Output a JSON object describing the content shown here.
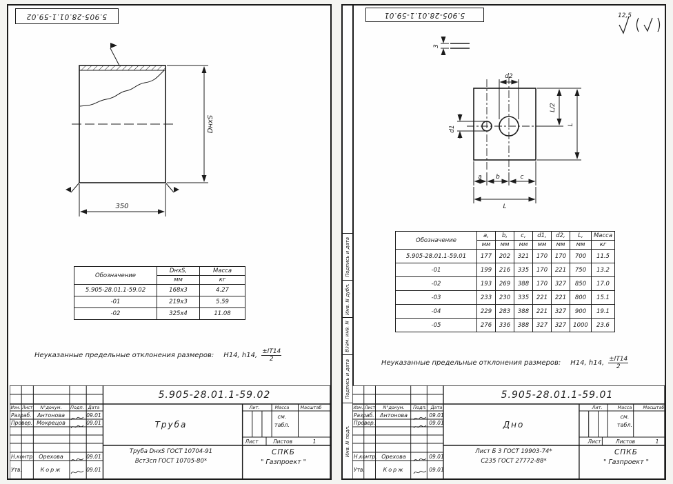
{
  "sheets": {
    "left": {
      "stamp": "5.905-28.01.1-59.02",
      "drawing": {
        "dim_width": "350",
        "dim_diameter": "DнxS"
      },
      "table": {
        "col1_header": "Обозначение",
        "col2_l1": "DнxS,",
        "col2_l2": "мм",
        "col3_l1": "Масса",
        "col3_l2": "кг",
        "rows": [
          [
            "5.905-28.01.1-59.02",
            "168x3",
            "4.27"
          ],
          [
            "-01",
            "219x3",
            "5.59"
          ],
          [
            "-02",
            "325x4",
            "11.08"
          ]
        ]
      },
      "tolerance": {
        "label": "Неуказанные предельные отклонения размеров:",
        "values": "H14, h14,",
        "frac_top": "±IT14",
        "frac_bottom": "2"
      },
      "titleblock": {
        "doc_number": "5.905-28.01.1-59.02",
        "col_izm": "Изм.",
        "col_list": "Лист",
        "col_ndoc": "N°докум.",
        "col_podp": "Подп.",
        "col_data": "Дата",
        "razrab_label": "Разраб.",
        "razrab_name": "Антонова",
        "razrab_date": "09.01",
        "prover_label": "Провер.",
        "prover_name": "Мокрецов",
        "prover_date": "09.01",
        "nkontr_label": "Н.контр.",
        "nkontr_name": "Орехова",
        "nkontr_date": "09.01",
        "utv_label": "Утв.",
        "utv_name": "Корж",
        "utv_date": "09.01",
        "part_name": "Труба",
        "lit_label": "Лит.",
        "massa_label": "Масса",
        "masshtab_label": "Масштаб",
        "massa_value_l1": "см.",
        "massa_value_l2": "табл.",
        "list_label": "Лист",
        "listov_label": "Листов",
        "listov_value": "1",
        "material_l1": "Труба  DнxS ГОСТ 10704-91",
        "material_l2": "ВстЗсп ГОСТ 10705-80*",
        "company_l1": "СПКБ",
        "company_l2": "\" Газпроект \""
      }
    },
    "right": {
      "stamp": "5.905-28.01.1-59.01",
      "roughness": "12,5",
      "drawing": {
        "dim_thickness": "3",
        "dim_d1": "d1",
        "dim_d2": "d2",
        "dim_l_half": "L/2",
        "dim_l": "L",
        "dim_a": "a",
        "dim_b": "b",
        "dim_c": "c",
        "dim_l_bottom": "L"
      },
      "side_labels": [
        "Подпись и дата",
        "Инв. N дубл.",
        "Взам. инв. N",
        "Подпись и дата",
        "Инв. N подл."
      ],
      "table": {
        "col1_header": "Обозначение",
        "headers_l1": [
          "a,",
          "b,",
          "c,",
          "d1,",
          "d2,",
          "L,",
          "Масса"
        ],
        "headers_l2": [
          "мм",
          "мм",
          "мм",
          "мм",
          "мм",
          "мм",
          "кг"
        ],
        "rows": [
          [
            "5.905-28.01.1-59.01",
            "177",
            "202",
            "321",
            "170",
            "170",
            "700",
            "11.5"
          ],
          [
            "-01",
            "199",
            "216",
            "335",
            "170",
            "221",
            "750",
            "13.2"
          ],
          [
            "-02",
            "193",
            "269",
            "388",
            "170",
            "327",
            "850",
            "17.0"
          ],
          [
            "-03",
            "233",
            "230",
            "335",
            "221",
            "221",
            "800",
            "15.1"
          ],
          [
            "-04",
            "229",
            "283",
            "388",
            "221",
            "327",
            "900",
            "19.1"
          ],
          [
            "-05",
            "276",
            "336",
            "388",
            "327",
            "327",
            "1000",
            "23.6"
          ]
        ]
      },
      "tolerance": {
        "label": "Неуказанные предельные отклонения размеров:",
        "values": "H14, h14,",
        "frac_top": "±IT14",
        "frac_bottom": "2"
      },
      "titleblock": {
        "doc_number": "5.905-28.01.1-59.01",
        "col_izm": "Изм.",
        "col_list": "Лист",
        "col_ndoc": "N°докум.",
        "col_podp": "Подп.",
        "col_data": "Дата",
        "razrab_label": "Разраб.",
        "razrab_name": "Антонова",
        "razrab_date": "09.01",
        "prover_label": "Провер.",
        "prover_name": "",
        "prover_date": "09.01",
        "nkontr_label": "Н.контр.",
        "nkontr_name": "Орехова",
        "nkontr_date": "09.01",
        "utv_label": "Утв.",
        "utv_name": "Корж",
        "utv_date": "09.01",
        "part_name": "Дно",
        "lit_label": "Лит.",
        "massa_label": "Масса",
        "masshtab_label": "Масштаб",
        "massa_value_l1": "см.",
        "massa_value_l2": "табл.",
        "list_label": "Лист",
        "listov_label": "Листов",
        "listov_value": "1",
        "material_l1": "Лист  Б 3 ГОСТ 19903-74*",
        "material_l2": "С235 ГОСТ 27772-88*",
        "company_l1": "СПКБ",
        "company_l2": "\" Газпроект \""
      }
    }
  }
}
